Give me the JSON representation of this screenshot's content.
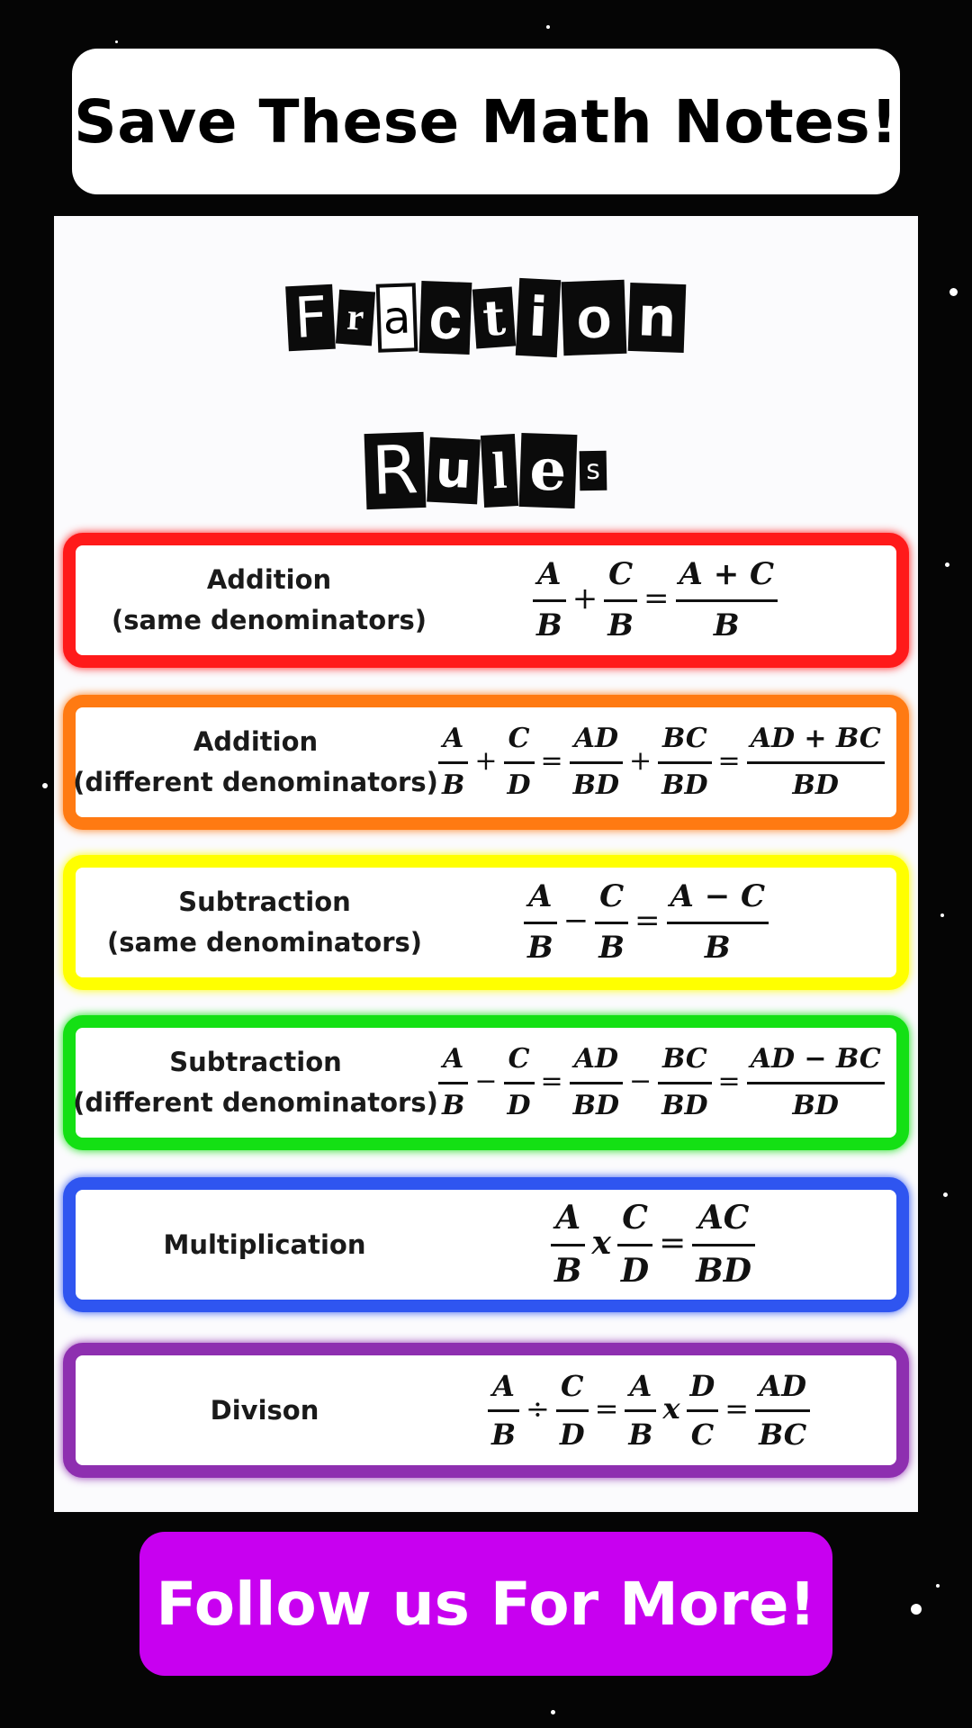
{
  "header": {
    "title": "Save These Math Notes!"
  },
  "card": {
    "title_line1": "Fraction",
    "title_line2": "Rules",
    "rules": [
      {
        "label_line1": "Addition",
        "label_line2": "(same denominators)",
        "color": "#ff1a1a",
        "formula": [
          {
            "frac": [
              "A",
              "B"
            ]
          },
          {
            "op": "+"
          },
          {
            "frac": [
              "C",
              "B"
            ]
          },
          {
            "op": "="
          },
          {
            "frac": [
              "A + C",
              "B"
            ]
          }
        ]
      },
      {
        "label_line1": "Addition",
        "label_line2": "(different denominators)",
        "color": "#ff7a12",
        "formula": [
          {
            "frac": [
              "A",
              "B"
            ]
          },
          {
            "op": "+"
          },
          {
            "frac": [
              "C",
              "D"
            ]
          },
          {
            "op": "="
          },
          {
            "frac": [
              "AD",
              "BD"
            ]
          },
          {
            "op": "+"
          },
          {
            "frac": [
              "BC",
              "BD"
            ]
          },
          {
            "op": "="
          },
          {
            "frac": [
              "AD + BC",
              "BD"
            ]
          }
        ]
      },
      {
        "label_line1": "Subtraction",
        "label_line2": "(same denominators)",
        "color": "#ffff00",
        "formula": [
          {
            "frac": [
              "A",
              "B"
            ]
          },
          {
            "op": "−"
          },
          {
            "frac": [
              "C",
              "B"
            ]
          },
          {
            "op": "="
          },
          {
            "frac": [
              "A − C",
              "B"
            ]
          }
        ]
      },
      {
        "label_line1": "Subtraction",
        "label_line2": "(different denominators)",
        "color": "#14e014",
        "formula": [
          {
            "frac": [
              "A",
              "B"
            ]
          },
          {
            "op": "−"
          },
          {
            "frac": [
              "C",
              "D"
            ]
          },
          {
            "op": "="
          },
          {
            "frac": [
              "AD",
              "BD"
            ]
          },
          {
            "op": "−"
          },
          {
            "frac": [
              "BC",
              "BD"
            ]
          },
          {
            "op": "="
          },
          {
            "frac": [
              "AD − BC",
              "BD"
            ]
          }
        ]
      },
      {
        "label_line1": "Multiplication",
        "label_line2": "",
        "color": "#2f55f0",
        "formula": [
          {
            "frac": [
              "A",
              "B"
            ]
          },
          {
            "op": "x"
          },
          {
            "frac": [
              "C",
              "D"
            ]
          },
          {
            "op": "="
          },
          {
            "frac": [
              "AC",
              "BD"
            ]
          }
        ]
      },
      {
        "label_line1": "Divison",
        "label_line2": "",
        "color": "#8e2fb0",
        "formula": [
          {
            "frac": [
              "A",
              "B"
            ]
          },
          {
            "op": "÷"
          },
          {
            "frac": [
              "C",
              "D"
            ]
          },
          {
            "op": "="
          },
          {
            "frac": [
              "A",
              "B"
            ]
          },
          {
            "op": "x"
          },
          {
            "frac": [
              "D",
              "C"
            ]
          },
          {
            "op": "="
          },
          {
            "frac": [
              "AD",
              "BC"
            ]
          }
        ]
      }
    ]
  },
  "footer": {
    "text": "Follow us For More!"
  }
}
